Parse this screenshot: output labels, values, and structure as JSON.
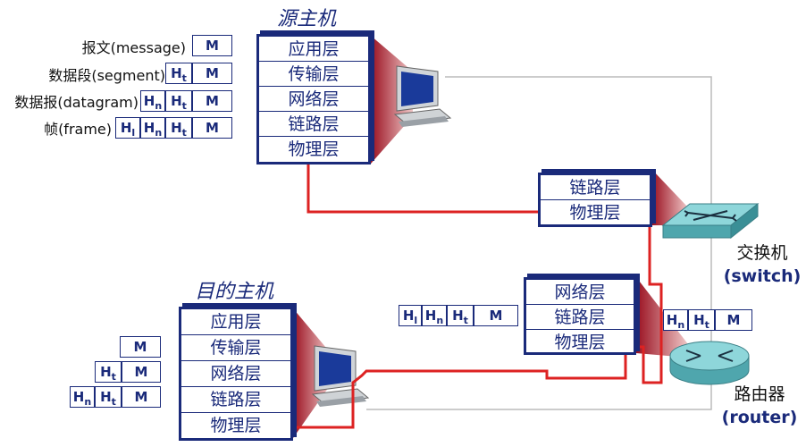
{
  "source_host": {
    "title": "源主机",
    "layers": [
      "应用层",
      "传输层",
      "网络层",
      "链路层",
      "物理层"
    ]
  },
  "dest_host": {
    "title": "目的主机",
    "layers": [
      "应用层",
      "传输层",
      "网络层",
      "链路层",
      "物理层"
    ]
  },
  "switch": {
    "layers": [
      "链路层",
      "物理层"
    ],
    "label_cn": "交换机",
    "label_en": "(switch)"
  },
  "router": {
    "layers": [
      "网络层",
      "链路层",
      "物理层"
    ],
    "label_cn": "路由器",
    "label_en": "(router)"
  },
  "pdu_labels": {
    "message": "报文(message)",
    "segment": "数据段(segment)",
    "datagram": "数据报(datagram)",
    "frame": "帧(frame)"
  },
  "headers": {
    "M": "M",
    "Ht": "H",
    "Hn": "H",
    "Hl": "H",
    "t_sub": "t",
    "n_sub": "n",
    "l_sub": "l"
  },
  "colors": {
    "stack_border": "#1a2a7a",
    "path_line": "#dd2222",
    "link_line": "#bbbbbb"
  },
  "icons": [
    "computer-icon",
    "switch-icon",
    "router-icon"
  ]
}
